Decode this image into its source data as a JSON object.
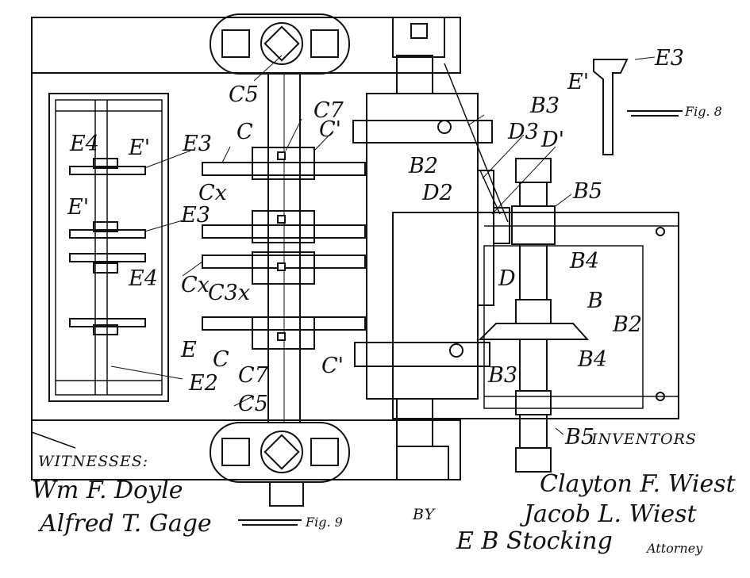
{
  "figure": {
    "fig_main": "Fig. 9",
    "fig_detail": "Fig. 8"
  },
  "labels": {
    "C5_top": "C5",
    "C7_top": "C7",
    "C_a": "C",
    "C1_a": "C'",
    "Cx_a": "Cx",
    "Cx_b": "Cx",
    "C3x": "C3x",
    "C_b": "C",
    "C7_bot": "C7",
    "C1_b": "C'",
    "C5_bot": "C5",
    "E4_a": "E4",
    "E1_a": "E'",
    "E3_a": "E3",
    "E1_b": "E'",
    "E3_b": "E3",
    "E4_b": "E4",
    "E": "E",
    "E2": "E2",
    "B3_top": "B3",
    "D3": "D3",
    "D1": "D'",
    "B2_left": "B2",
    "D2": "D2",
    "B5_top": "B5",
    "B4_a": "B4",
    "D": "D",
    "B": "B",
    "B2_right": "B2",
    "B4_b": "B4",
    "B3_bot": "B3",
    "B5_bot": "B5",
    "E3_detail": "E3",
    "E1_detail": "E'"
  },
  "text": {
    "witnesses": "WITNESSES:",
    "inventors": "INVENTORS",
    "witness1": "Wm F. Doyle",
    "witness2": "Alfred T. Gage",
    "inventor1": "Clayton F. Wiest",
    "inventor2": "Jacob L. Wiest",
    "by": "BY",
    "attorney_sig": "E B Stocking",
    "attorney": "Attorney"
  }
}
